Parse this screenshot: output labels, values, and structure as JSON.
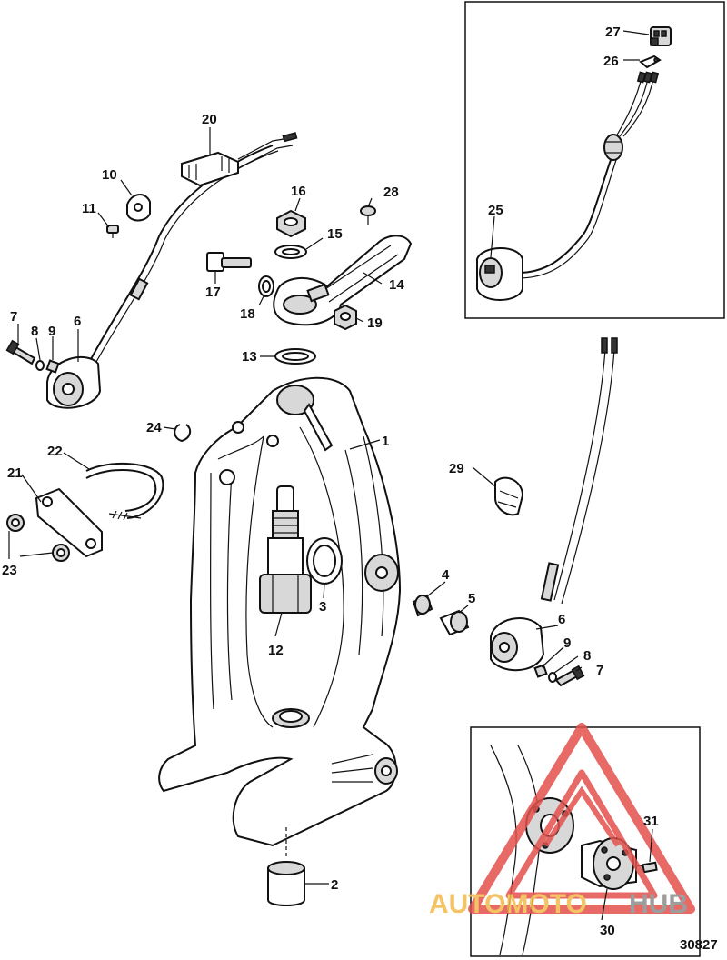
{
  "diagram": {
    "figure_number": "30827",
    "watermark": {
      "part_a": "AUTOMOTO",
      "part_b": "HUB"
    },
    "callouts": [
      {
        "id": "c1",
        "label": "1"
      },
      {
        "id": "c2",
        "label": "2"
      },
      {
        "id": "c3",
        "label": "3"
      },
      {
        "id": "c4",
        "label": "4"
      },
      {
        "id": "c5",
        "label": "5"
      },
      {
        "id": "c6a",
        "label": "6"
      },
      {
        "id": "c6b",
        "label": "6"
      },
      {
        "id": "c7a",
        "label": "7"
      },
      {
        "id": "c7b",
        "label": "7"
      },
      {
        "id": "c8a",
        "label": "8"
      },
      {
        "id": "c8b",
        "label": "8"
      },
      {
        "id": "c9a",
        "label": "9"
      },
      {
        "id": "c9b",
        "label": "9"
      },
      {
        "id": "c10",
        "label": "10"
      },
      {
        "id": "c11",
        "label": "11"
      },
      {
        "id": "c12",
        "label": "12"
      },
      {
        "id": "c13",
        "label": "13"
      },
      {
        "id": "c14",
        "label": "14"
      },
      {
        "id": "c15",
        "label": "15"
      },
      {
        "id": "c16",
        "label": "16"
      },
      {
        "id": "c17",
        "label": "17"
      },
      {
        "id": "c18",
        "label": "18"
      },
      {
        "id": "c19",
        "label": "19"
      },
      {
        "id": "c20",
        "label": "20"
      },
      {
        "id": "c21",
        "label": "21"
      },
      {
        "id": "c22",
        "label": "22"
      },
      {
        "id": "c23",
        "label": "23"
      },
      {
        "id": "c24",
        "label": "24"
      },
      {
        "id": "c25",
        "label": "25"
      },
      {
        "id": "c26",
        "label": "26"
      },
      {
        "id": "c27",
        "label": "27"
      },
      {
        "id": "c28",
        "label": "28"
      },
      {
        "id": "c29",
        "label": "29"
      },
      {
        "id": "c30",
        "label": "30"
      },
      {
        "id": "c31",
        "label": "31"
      }
    ],
    "colors": {
      "line": "#111111",
      "watermark_red": "#e3514d",
      "watermark_orange": "#f3b94a",
      "watermark_gray": "#8c8c8c"
    }
  }
}
